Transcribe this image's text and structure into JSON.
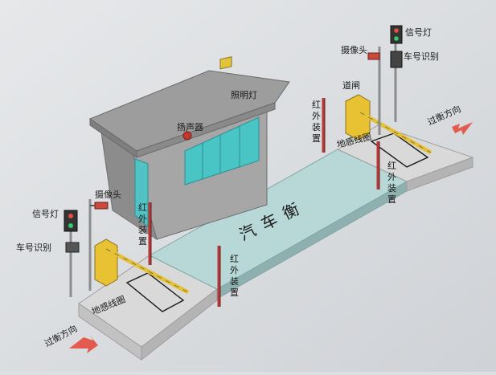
{
  "labels": {
    "speaker": "扬声器",
    "light": "照明灯",
    "camera_left": "摄像头",
    "signal_left": "信号灯",
    "plate_left": "车号识别",
    "ir_left_gate": "红外装置",
    "loop_left": "地感线圈",
    "direction_left": "过衡方向",
    "scale": "汽车衡",
    "ir_mid": "红外装置",
    "ir_right_top": "红外装置",
    "gate_right": "道闸",
    "loop_right": "地感线圈",
    "ir_right_loop": "红外装置",
    "camera_right": "摄像头",
    "signal_right": "信号灯",
    "plate_right": "车号识别",
    "direction_right": "过衡方向"
  },
  "colors": {
    "background": "#dde0e3",
    "scale_platform": "#b7d6d6",
    "ramp": "#d6d6d6",
    "building": "#a9a9a9",
    "roof": "#9a9a9a",
    "window": "#3cc6c6",
    "gate_box": "#e8c233",
    "arrow": "#e35a4e",
    "ir_post": "#b33a3a"
  }
}
